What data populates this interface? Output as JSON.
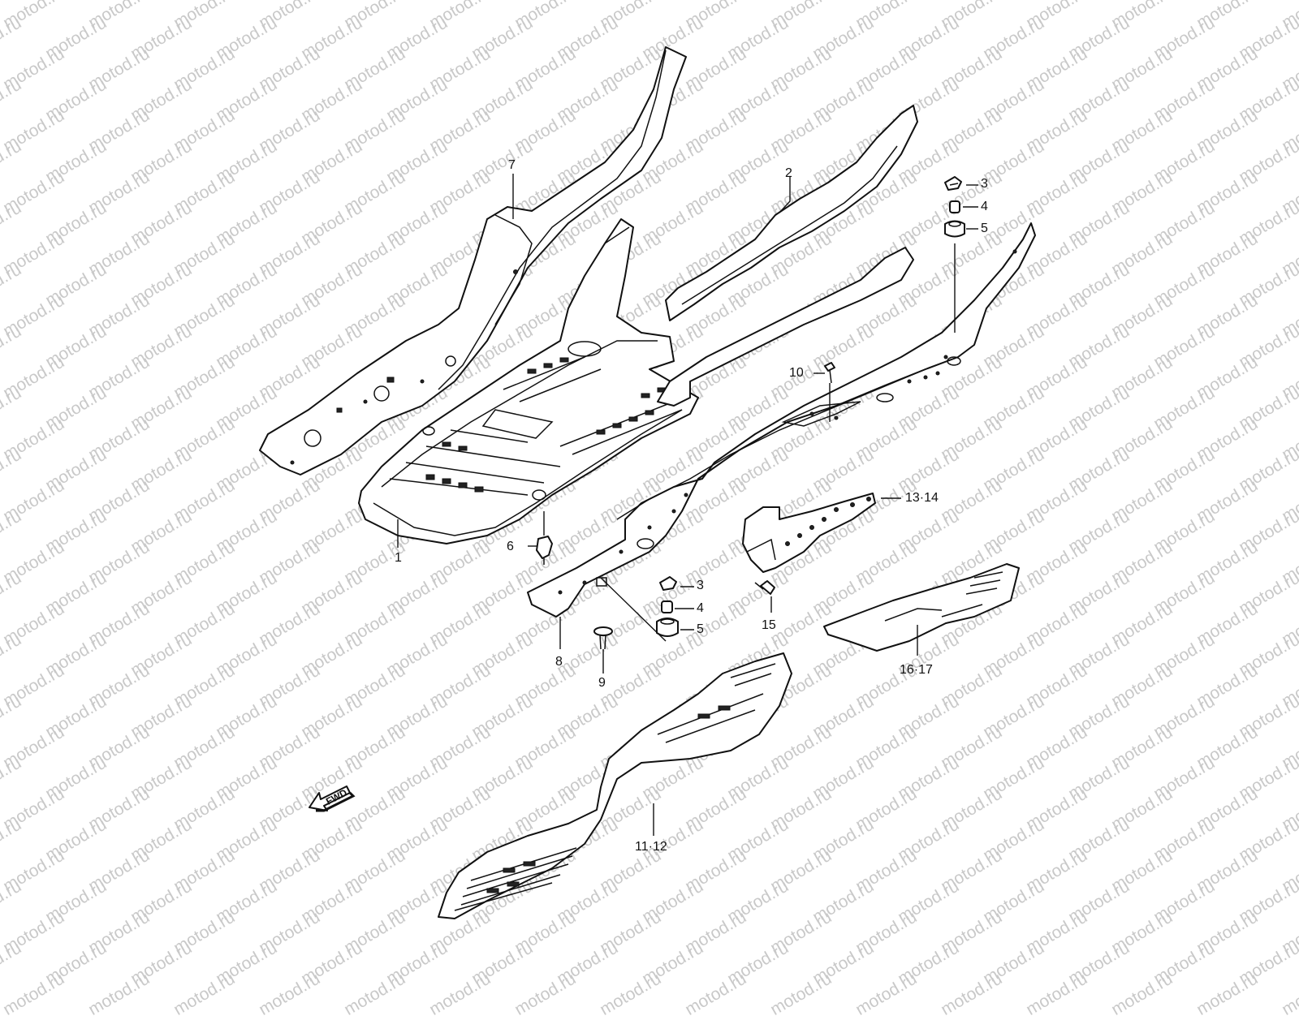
{
  "watermark": {
    "text": "motod.ru"
  },
  "direction_marker": {
    "label": "FWD"
  },
  "callouts": [
    {
      "id": "1",
      "label": "1"
    },
    {
      "id": "2",
      "label": "2"
    },
    {
      "id": "3a",
      "label": "3"
    },
    {
      "id": "4a",
      "label": "4"
    },
    {
      "id": "5a",
      "label": "5"
    },
    {
      "id": "6",
      "label": "6"
    },
    {
      "id": "7",
      "label": "7"
    },
    {
      "id": "3b",
      "label": "3"
    },
    {
      "id": "4b",
      "label": "4"
    },
    {
      "id": "5b",
      "label": "5"
    },
    {
      "id": "8",
      "label": "8"
    },
    {
      "id": "9",
      "label": "9"
    },
    {
      "id": "10",
      "label": "10"
    },
    {
      "id": "11-12",
      "label": "11·12"
    },
    {
      "id": "13-14",
      "label": "13·14"
    },
    {
      "id": "15",
      "label": "15"
    },
    {
      "id": "16-17",
      "label": "16·17"
    }
  ],
  "colors": {
    "line": "#111111",
    "watermark": "#c9c9c9",
    "background": "#ffffff"
  }
}
